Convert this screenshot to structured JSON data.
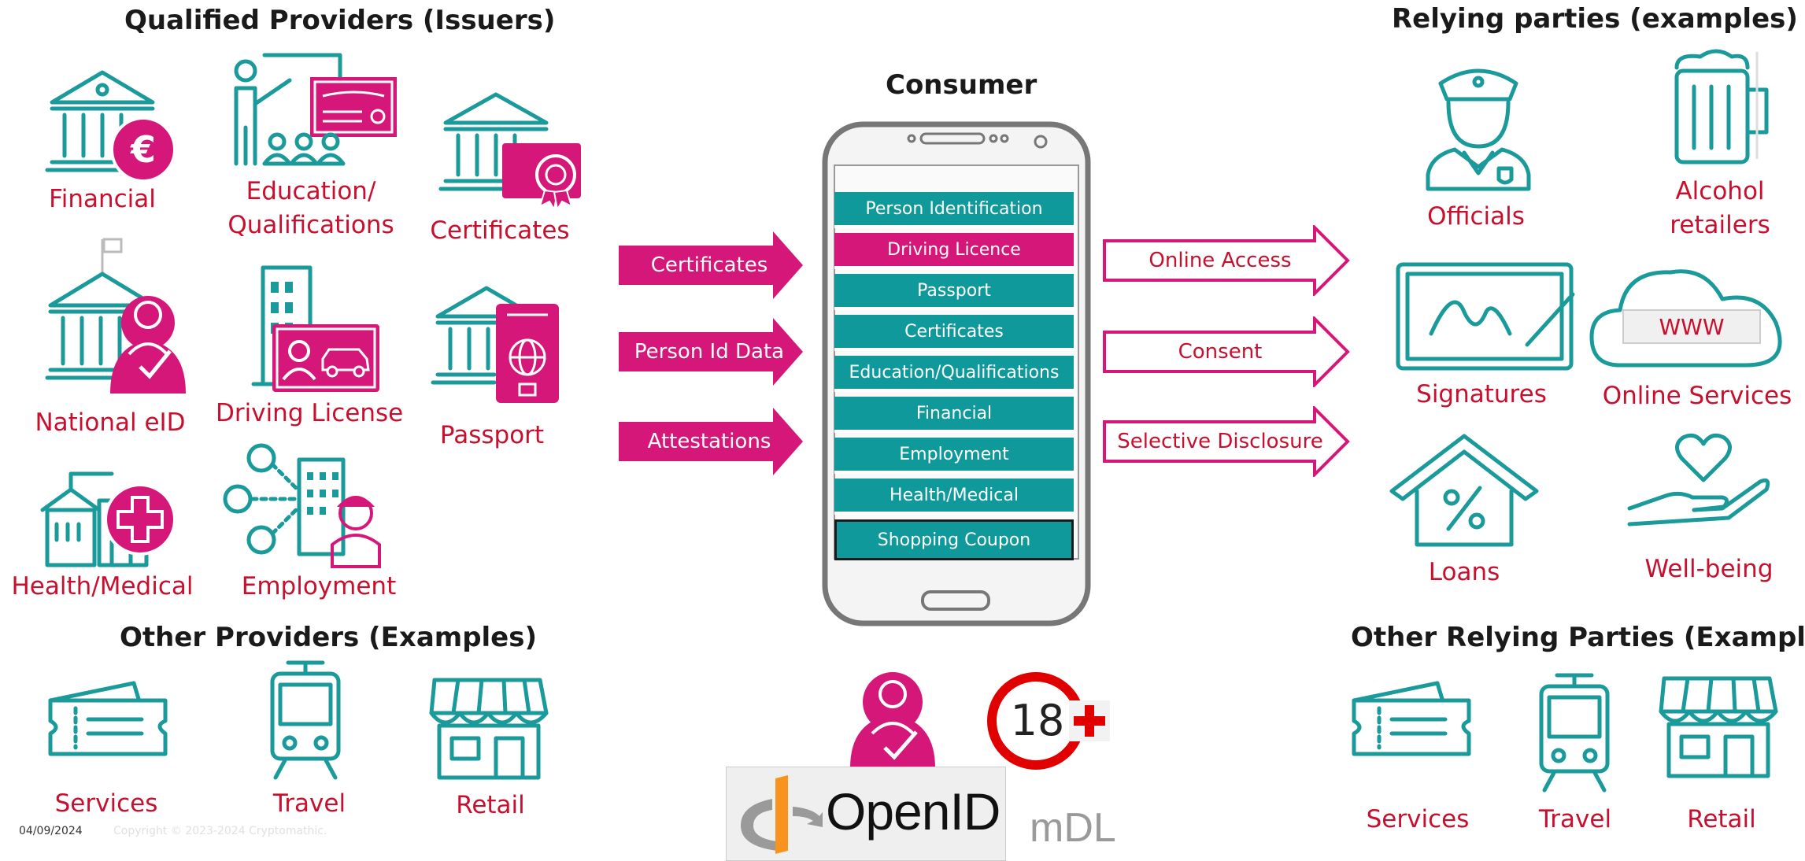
{
  "headings": {
    "issuers": "Qualified Providers (Issuers)",
    "other_providers": "Other Providers (Examples)",
    "consumer": "Consumer",
    "relying": "Relying parties (examples)",
    "other_relying": "Other Relying Parties (Examples)"
  },
  "issuers": {
    "financial": "Financial",
    "education": "Education/ Qualifications",
    "certificates": "Certificates",
    "national_eid": "National eID",
    "driving_license": "Driving License",
    "passport": "Passport",
    "health": "Health/Medical",
    "employment": "Employment"
  },
  "other_providers": {
    "services": "Services",
    "travel": "Travel",
    "retail": "Retail"
  },
  "inputs": [
    "Certificates",
    "Person Id Data",
    "Attestations"
  ],
  "phone_items": [
    "Person Identification",
    "Driving Licence",
    "Passport",
    "Certificates",
    "Education/Qualifications",
    "Financial",
    "Employment",
    "Health/Medical",
    "Shopping Coupon"
  ],
  "outputs": [
    "Online Access",
    "Consent",
    "Selective Disclosure"
  ],
  "relying": {
    "officials": "Officials",
    "alcohol": "Alcohol retailers",
    "signatures": "Signatures",
    "online_services": "Online Services",
    "www": "WWW",
    "loans": "Loans",
    "wellbeing": "Well-being"
  },
  "other_relying": {
    "services": "Services",
    "travel": "Travel",
    "retail": "Retail"
  },
  "badges": {
    "age": "18",
    "openid": "OpenID",
    "mdl": "mDL"
  },
  "footer": {
    "date": "04/09/2024",
    "copyright": "Copyright © 2023-2024 Cryptomathic."
  },
  "colors": {
    "teal": "#1a9a9a",
    "magenta": "#d6177a",
    "label_red": "#c8102e"
  }
}
